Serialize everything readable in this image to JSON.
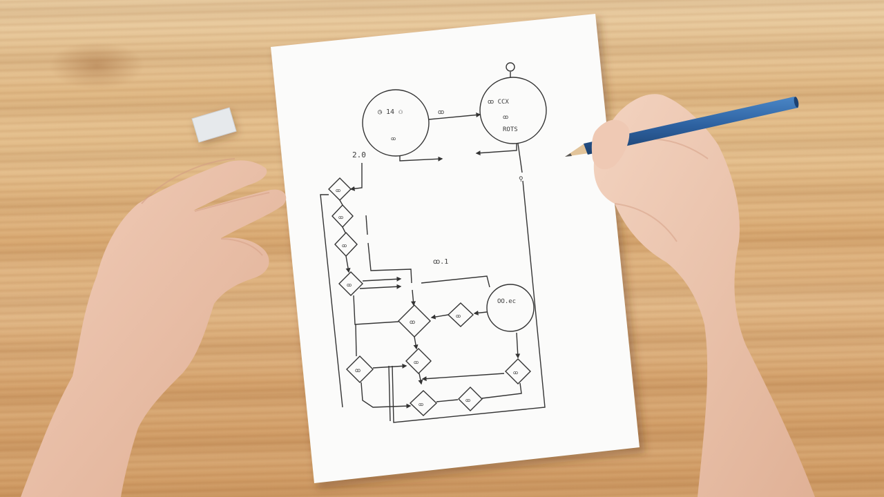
{
  "scene": {
    "description": "Overhead photo of a hand-drawn flowchart on white paper lying on a wooden desk; one hand rests on the desk, the other holds a blue pencil",
    "colors": {
      "wood_light": "#e8cba0",
      "wood_mid": "#d8a871",
      "wood_dark": "#c98d55",
      "paper": "#fbfbfa",
      "ink": "#3a3a3a",
      "pencil_body": "#2f64a3",
      "pencil_wood": "#e2c49a",
      "skin": "#ecc4ae",
      "eraser": "#e6e9ec"
    }
  },
  "diagram": {
    "nodes": [
      {
        "id": "circle-top-left",
        "shape": "circle",
        "labels": [
          "◷ 14 ⚇",
          "ꝏ"
        ]
      },
      {
        "id": "circle-top-right",
        "shape": "circle",
        "labels": [
          "ꝏ CCX",
          "ꝏ",
          "ROTS"
        ]
      },
      {
        "id": "circle-mid-right",
        "shape": "circle",
        "labels": [
          "OO.ec"
        ]
      },
      {
        "id": "diamond-1",
        "shape": "diamond",
        "labels": [
          "ꝏ"
        ]
      },
      {
        "id": "diamond-2",
        "shape": "diamond",
        "labels": [
          "ꝏ"
        ]
      },
      {
        "id": "diamond-3",
        "shape": "diamond",
        "labels": [
          "ꝏ"
        ]
      },
      {
        "id": "diamond-4",
        "shape": "diamond",
        "labels": [
          "ꝏ"
        ]
      },
      {
        "id": "diamond-center",
        "shape": "diamond",
        "labels": [
          "ꝏ"
        ]
      },
      {
        "id": "diamond-right",
        "shape": "diamond",
        "labels": [
          "ꝏ"
        ]
      },
      {
        "id": "diamond-bottom-left",
        "shape": "diamond",
        "labels": [
          "ꝏ"
        ]
      },
      {
        "id": "diamond-bottom-mid",
        "shape": "diamond",
        "labels": [
          "ꝏ"
        ]
      },
      {
        "id": "diamond-bottom-center",
        "shape": "diamond",
        "labels": [
          "ꝏ"
        ]
      },
      {
        "id": "diamond-bottom-right-1",
        "shape": "diamond",
        "labels": [
          "ꝏ"
        ]
      },
      {
        "id": "diamond-bottom-right-2",
        "shape": "diamond",
        "labels": [
          "ꝏ"
        ]
      }
    ],
    "annotations": {
      "edge_top": "ꝏ",
      "left_label": "2.0",
      "mid_label": "ꝏ.1",
      "top_symbol": "⚲"
    }
  }
}
